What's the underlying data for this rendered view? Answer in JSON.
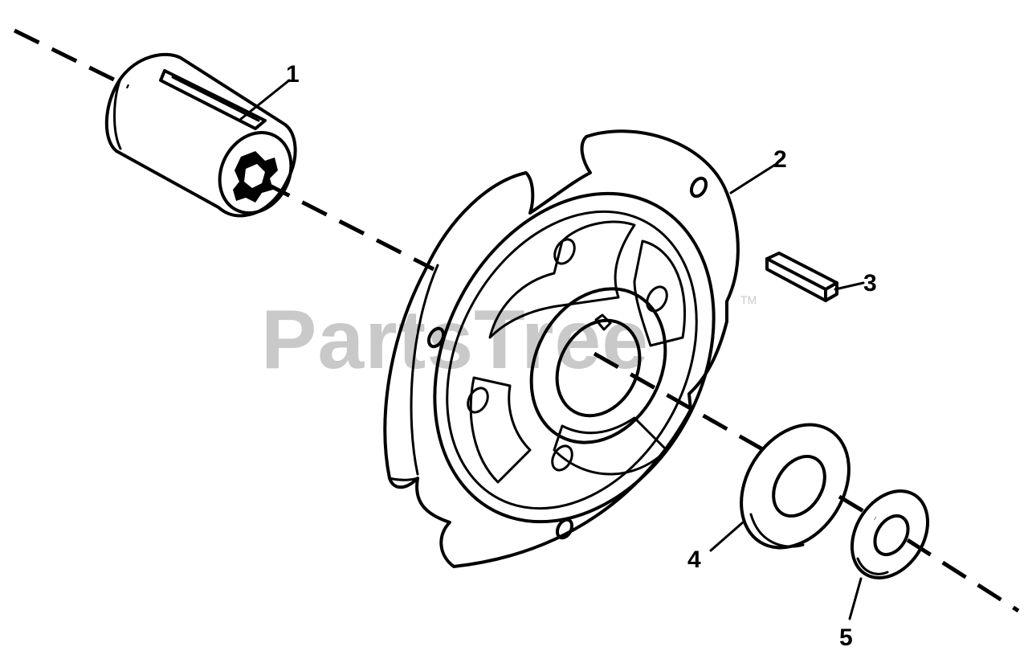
{
  "diagram": {
    "callouts": [
      {
        "number": "1"
      },
      {
        "number": "2"
      },
      {
        "number": "3"
      },
      {
        "number": "4"
      },
      {
        "number": "5"
      }
    ]
  },
  "watermark": {
    "text": "PartsTree",
    "trademark": "TM"
  }
}
